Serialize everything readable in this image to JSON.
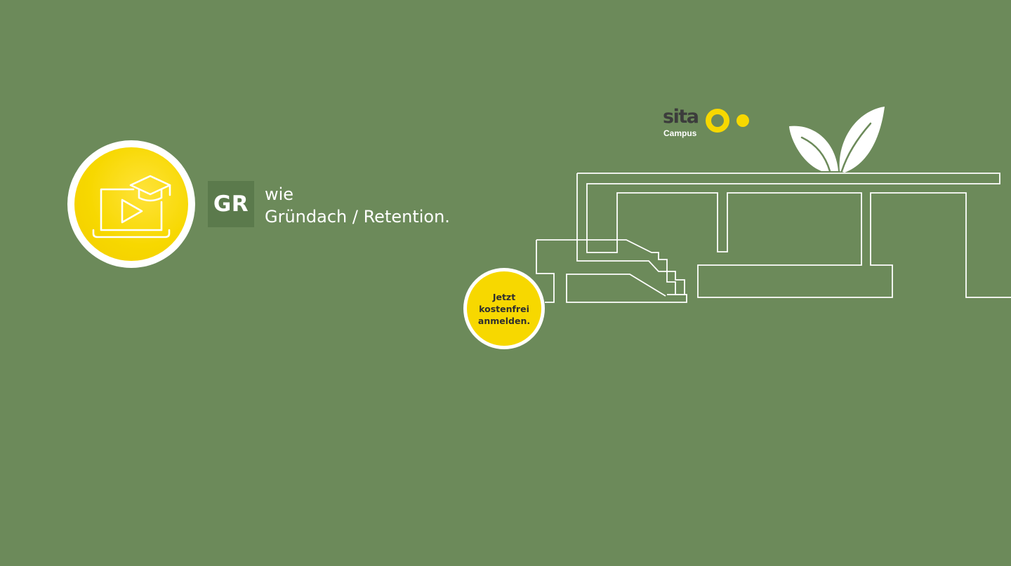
{
  "headline": {
    "abbreviation": "GR",
    "line1": "wie",
    "line2": "Gründach / Retention."
  },
  "brand": {
    "name": "sita",
    "sub": "Campus"
  },
  "cta": {
    "line1": "Jetzt",
    "line2": "kostenfrei",
    "line3": "anmelden."
  },
  "icons": {
    "course": "laptop-play-graduation-cap-icon",
    "plant": "leaf-sprout-icon",
    "roof": "roof-section-line-drawing"
  },
  "colors": {
    "background": "#6c8a5a",
    "accent": "#f7d800",
    "tile": "#5b7a4c",
    "text": "#ffffff",
    "logo_text": "#3c3c3c"
  }
}
